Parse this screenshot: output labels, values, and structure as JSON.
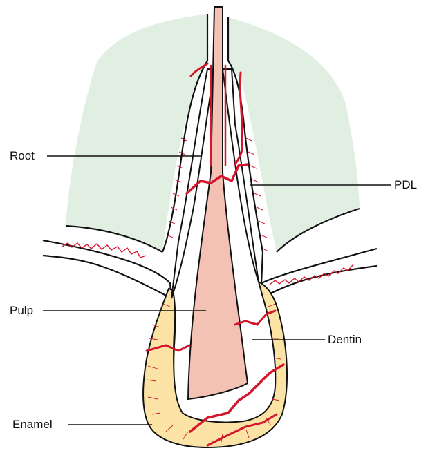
{
  "labels": {
    "root": "Root",
    "pdl": "PDL",
    "pulp": "Pulp",
    "dentin": "Dentin",
    "enamel": "Enamel"
  },
  "colors": {
    "bone": "#e1efe3",
    "enamel": "#fbe3a6",
    "pulp": "#f4c2b5",
    "vessel": "#d5152b",
    "outline": "#111111",
    "background": "#ffffff"
  }
}
